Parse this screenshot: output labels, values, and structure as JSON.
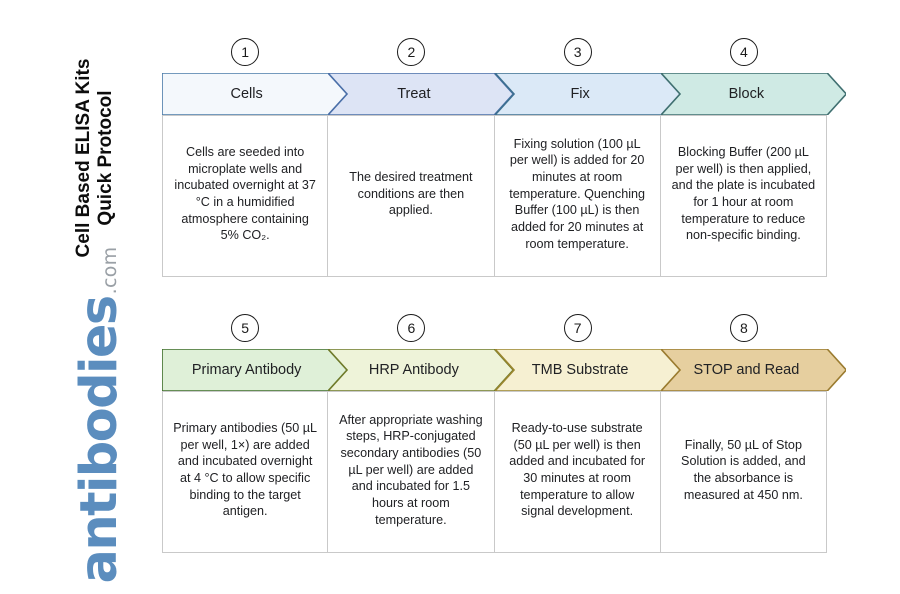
{
  "title": {
    "line1": "Cell Based ELISA Kits",
    "line2": "Quick Protocol"
  },
  "logo": {
    "brand": "antibodies",
    "tld": ".com",
    "brand_color": "#5b8dbe",
    "tld_color": "#9aa0a6"
  },
  "rows": [
    {
      "id": "row-1",
      "steps": [
        {
          "number": "1",
          "label": "Cells",
          "fill": "#f4f8fc",
          "stroke": "#4a7aa8",
          "body": "Cells are seeded into microplate wells and incubated overnight at 37 °C in a humidified atmosphere containing 5% CO₂."
        },
        {
          "number": "2",
          "label": "Treat",
          "fill": "#dde4f5",
          "stroke": "#4a6fa8",
          "body": "The desired treatment conditions are then applied."
        },
        {
          "number": "3",
          "label": "Fix",
          "fill": "#dbe9f7",
          "stroke": "#3d7090",
          "body": "Fixing solution (100 µL per well) is added for 20 minutes at room temperature. Quenching Buffer (100 µL) is then added for 20 minutes at room temperature."
        },
        {
          "number": "4",
          "label": "Block",
          "fill": "#cfeae4",
          "stroke": "#3f6f70",
          "body": "Blocking Buffer (200 µL per well) is then applied, and the plate is incubated for 1 hour at room temperature to reduce non-specific binding."
        }
      ]
    },
    {
      "id": "row-2",
      "steps": [
        {
          "number": "5",
          "label": "Primary Antibody",
          "fill": "#dff0d8",
          "stroke": "#3f6e2a",
          "body": "Primary antibodies (50 µL per well, 1×) are added and incubated overnight at 4 °C to allow specific binding to the target antigen."
        },
        {
          "number": "6",
          "label": "HRP Antibody",
          "fill": "#eef3d9",
          "stroke": "#6f7a2a",
          "body": "After appropriate washing steps, HRP-conjugated secondary antibodies (50 µL per well) are added and incubated for 1.5 hours at room temperature."
        },
        {
          "number": "7",
          "label": "TMB Substrate",
          "fill": "#f6f0d2",
          "stroke": "#9a862f",
          "body": "Ready-to-use substrate (50 µL per well) is then added and incubated for 30 minutes at room temperature to allow signal development."
        },
        {
          "number": "8",
          "label": "STOP and Read",
          "fill": "#e6cf9f",
          "stroke": "#9a7b2f",
          "body": "Finally, 50 µL of Stop Solution is added, and the absorbance is measured at 450 nm."
        }
      ]
    }
  ]
}
